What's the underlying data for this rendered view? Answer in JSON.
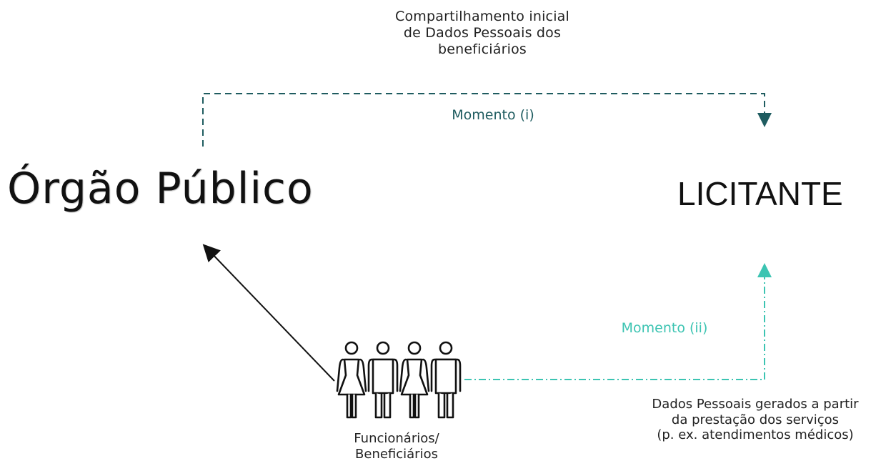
{
  "top_caption": {
    "line1": "Compartilhamento inicial",
    "line2": "de Dados Pessoais dos",
    "line3": "beneficiários"
  },
  "moment_i": "Momento (i)",
  "orgao_publico": "Órgão Público",
  "licitante": "LICITANTE",
  "moment_ii": "Momento (ii)",
  "bottom_caption": {
    "line1": "Dados Pessoais gerados a partir",
    "line2": "da prestação dos serviços",
    "line3": "(p. ex. atendimentos médicos)"
  },
  "people_caption": {
    "line1": "Funcionários/",
    "line2": "Beneficiários"
  },
  "colors": {
    "moment_i_line": "#1f5c60",
    "moment_ii_line": "#3cc4b2",
    "arrow_black": "#111111"
  },
  "icons": {
    "people": "group-of-people-icon"
  }
}
